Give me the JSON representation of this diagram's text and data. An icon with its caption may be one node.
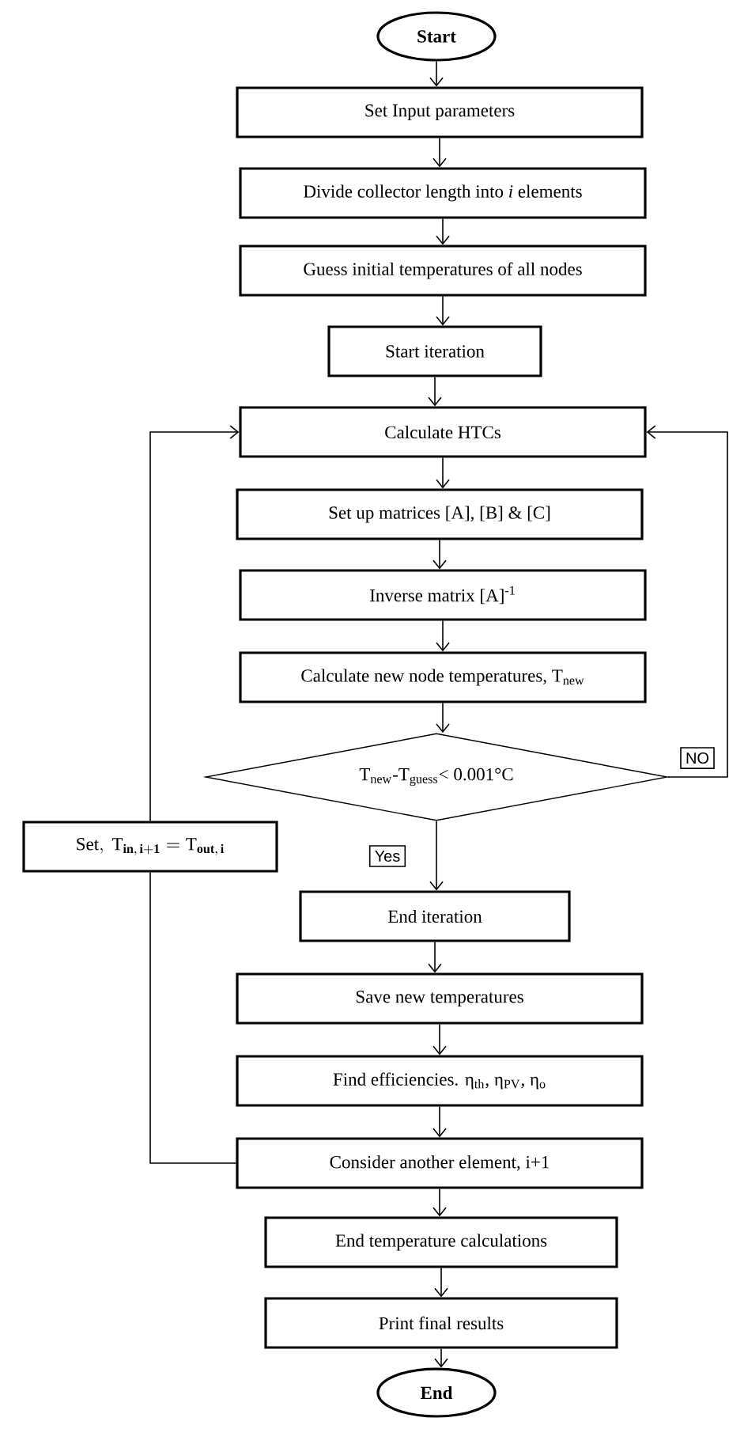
{
  "diagram": {
    "nodes": [
      {
        "text": [
          "Start"
        ]
      },
      {
        "text": [
          "Set Input parameters"
        ]
      },
      {
        "text": [
          "Divide collector length into *i* elements"
        ]
      },
      {
        "text": [
          "Guess initial temperatures of all nodes"
        ]
      },
      {
        "text": [
          "Start iteration"
        ]
      },
      {
        "text": [
          "Calculate HTCs"
        ]
      },
      {
        "text": [
          "Set up matrices [A], [B] & [C]"
        ]
      },
      {
        "text": [
          "Inverse matrix [A]$^{-1}$"
        ]
      },
      {
        "text": [
          "Calculate new node temperatures, T$_{new}$"
        ]
      },
      {
        "text": [
          "T$_{new}$-T$_{guess}$< 0.001°C"
        ]
      },
      {
        "text": [
          "\\mathrm{Set,\\ T_{\\mathbf{in,\\,i+1}}=T_{\\mathbf{out,\\,i}}}"
        ]
      },
      {
        "text": [
          "End iteration"
        ]
      },
      {
        "text": [
          "Save new temperatures"
        ]
      },
      {
        "text": [
          "Find efficiencies. η$_{th}$, η$_{PV}$, η$_{o}$"
        ]
      },
      {
        "text": [
          "Consider another element, i+1"
        ]
      },
      {
        "text": [
          "End temperature calculations"
        ]
      },
      {
        "text": [
          "Print final results"
        ]
      },
      {
        "text": [
          "End"
        ]
      }
    ],
    "edges": [
      {
        "from": 0,
        "to": 1,
        "arrow": "to"
      },
      {
        "from": 1,
        "to": 2,
        "arrow": "to"
      },
      {
        "from": 2,
        "to": 3,
        "arrow": "to"
      },
      {
        "from": 3,
        "to": 4,
        "arrow": "to"
      },
      {
        "from": 4,
        "to": 5,
        "arrow": "to"
      },
      {
        "from": 5,
        "to": 6,
        "arrow": "to"
      },
      {
        "from": 6,
        "to": 7,
        "arrow": "to"
      },
      {
        "from": 7,
        "to": 8,
        "arrow": "to"
      },
      {
        "from": 8,
        "to": 9,
        "arrow": "to"
      },
      {
        "from": 9,
        "to": 5,
        "arrow": "to",
        "label": "NO"
      },
      {
        "from": 9,
        "to": 11,
        "arrow": "to",
        "label": "Yes"
      },
      {
        "from": 11,
        "to": 12,
        "arrow": "to"
      },
      {
        "from": 12,
        "to": 13,
        "arrow": "to"
      },
      {
        "from": 13,
        "to": 14,
        "arrow": "to"
      },
      {
        "from": 14,
        "to": 10,
        "arrow": "none"
      },
      {
        "from": 10,
        "to": 5,
        "arrow": "to"
      },
      {
        "from": 14,
        "to": 15,
        "arrow": "to"
      },
      {
        "from": 15,
        "to": 16,
        "arrow": "to"
      },
      {
        "from": 16,
        "to": 17,
        "arrow": "to"
      }
    ]
  }
}
